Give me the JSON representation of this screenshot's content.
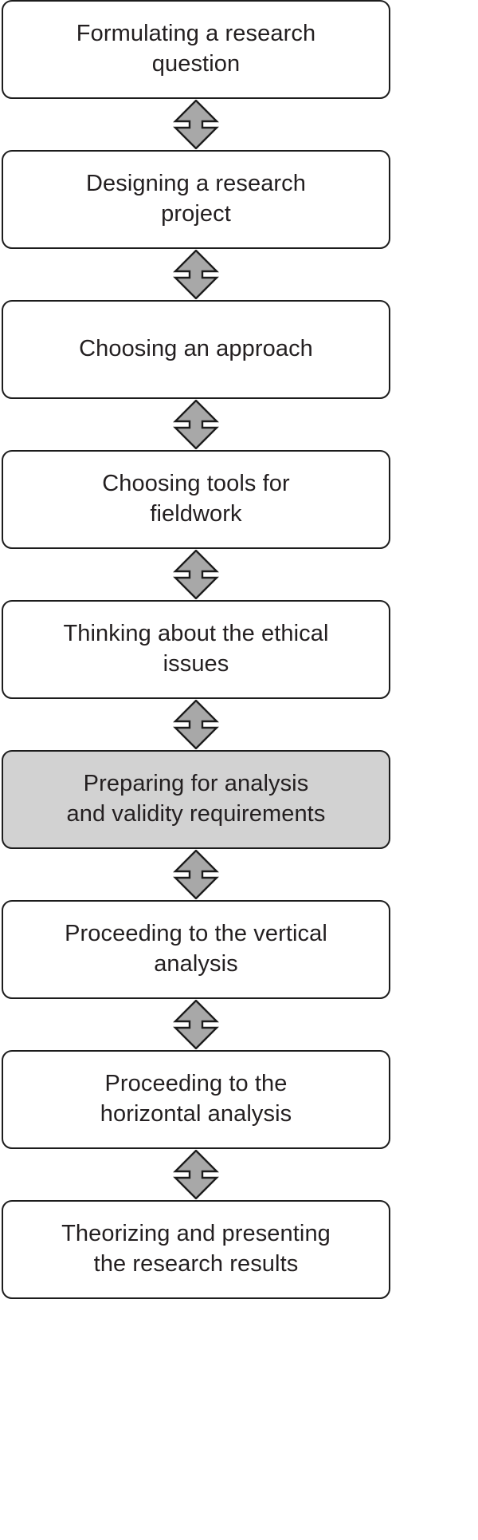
{
  "diagram": {
    "title": "Research process flowchart",
    "orientation": "vertical",
    "colors": {
      "box_border": "#1c1c1c",
      "box_fill": "#ffffff",
      "box_fill_highlight": "#d2d2d2",
      "arrow_fill": "#a8a8a8",
      "arrow_stroke": "#1c1c1c",
      "text": "#231f20"
    },
    "connector": {
      "kind": "double-headed-vertical-arrow",
      "count": 8
    },
    "nodes": [
      {
        "id": "formulating-research-question",
        "label": "Formulating a research\nquestion",
        "lines": 2,
        "highlighted": false
      },
      {
        "id": "designing-research-project",
        "label": "Designing a research\nproject",
        "lines": 2,
        "highlighted": false
      },
      {
        "id": "choosing-an-approach",
        "label": "Choosing an approach",
        "lines": 1,
        "highlighted": false
      },
      {
        "id": "choosing-tools-for-fieldwork",
        "label": "Choosing tools for\nfieldwork",
        "lines": 2,
        "highlighted": false
      },
      {
        "id": "thinking-about-ethical-issues",
        "label": "Thinking about the ethical\nissues",
        "lines": 2,
        "highlighted": false
      },
      {
        "id": "preparing-for-analysis",
        "label": "Preparing for analysis\nand validity requirements",
        "lines": 2,
        "highlighted": true
      },
      {
        "id": "proceeding-vertical-analysis",
        "label": "Proceeding to the vertical\nanalysis",
        "lines": 2,
        "highlighted": false
      },
      {
        "id": "proceeding-horizontal-analysis",
        "label": "Proceeding to the\nhorizontal analysis",
        "lines": 2,
        "highlighted": false
      },
      {
        "id": "theorizing-presenting-results",
        "label": "Theorizing and presenting\nthe research results",
        "lines": 2,
        "highlighted": false
      }
    ]
  }
}
